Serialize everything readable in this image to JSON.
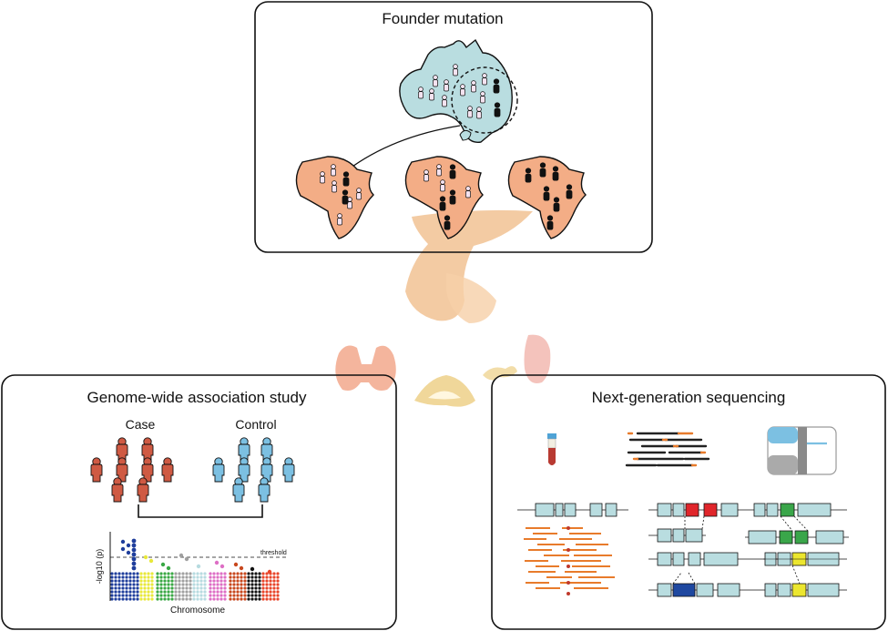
{
  "panels": {
    "founder": {
      "title": "Founder mutation"
    },
    "gwas": {
      "title": "Genome-wide association study",
      "case_label": "Case",
      "control_label": "Control",
      "y_axis_label": "-log10 (p)",
      "x_axis_label": "Chromosome",
      "threshold_label": "threshold"
    },
    "ngs": {
      "title": "Next-generation sequencing"
    }
  },
  "colors": {
    "panel_border": "#111111",
    "australia": "#b9dde0",
    "africa": "#f3ad86",
    "case_person": "#cf5a43",
    "control_person": "#7cc0e2",
    "exon": "#b9dde0",
    "mutation_red": "#e0262b",
    "mutation_green": "#3aa64a",
    "mutation_yellow": "#ece62f",
    "mutation_blue": "#1f48a0",
    "read_orange": "#e87b2b",
    "organ_pituitary": "#f0be8c",
    "organ_thyroid": "#f2a88c",
    "organ_pancreas": "#f0d79a",
    "organ_kidney": "#f2b8b0"
  },
  "manhattan_chromosome_colors": [
    "#1f3e9c",
    "#1f3e9c",
    "#e8e83a",
    "#3aa845",
    "#a0a0a0",
    "#b7dbe0",
    "#de6fc5",
    "#c8481e",
    "#111111",
    "#e8452a"
  ],
  "icons": [
    "person-icon",
    "continent-australia",
    "continent-africa",
    "blood-tube-icon",
    "sequencer-icon",
    "sequencing-reads-icon",
    "pituitary-organ",
    "thyroid-organ",
    "pancreas-organ",
    "adrenal-organ"
  ]
}
